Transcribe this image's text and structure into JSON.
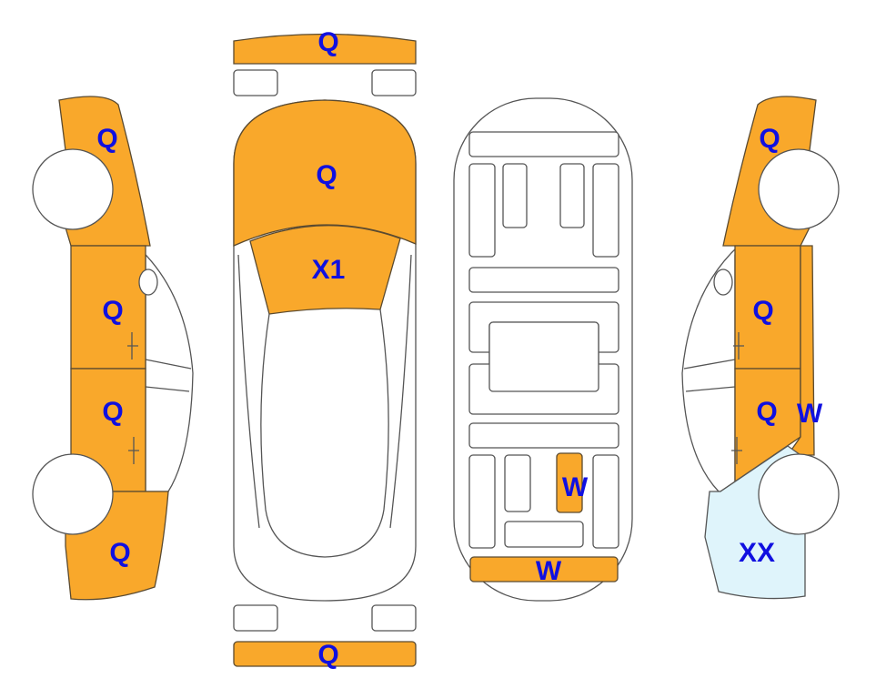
{
  "colors": {
    "damaged": "#f9a82b",
    "alt_damage": "#dff4fb",
    "label": "#1010e0"
  },
  "labels": {
    "front_bumper": "Q",
    "hood": "Q",
    "windshield": "X1",
    "rear_bumper": "Q",
    "left_front_fender": "Q",
    "left_front_door": "Q",
    "left_rear_door": "Q",
    "left_rear_quarter": "Q",
    "right_front_fender": "Q",
    "right_front_door": "Q",
    "right_rear_door": "Q",
    "right_pillar": "W",
    "right_rear_quarter": "XX",
    "underbody_rail": "W",
    "underbody_rear": "W"
  }
}
